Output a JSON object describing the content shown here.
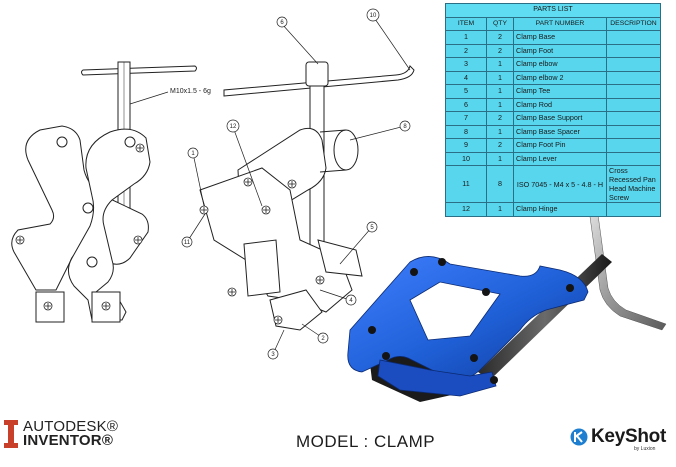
{
  "parts_list": {
    "title": "PARTS LIST",
    "headers": [
      "ITEM",
      "QTY",
      "PART NUMBER",
      "DESCRIPTION"
    ],
    "rows": [
      {
        "item": "1",
        "qty": "2",
        "part": "Clamp Base",
        "desc": ""
      },
      {
        "item": "2",
        "qty": "2",
        "part": "Clamp Foot",
        "desc": ""
      },
      {
        "item": "3",
        "qty": "1",
        "part": "Clamp elbow",
        "desc": ""
      },
      {
        "item": "4",
        "qty": "1",
        "part": "Clamp elbow 2",
        "desc": ""
      },
      {
        "item": "5",
        "qty": "1",
        "part": "Clamp Tee",
        "desc": ""
      },
      {
        "item": "6",
        "qty": "1",
        "part": "Clamp Rod",
        "desc": ""
      },
      {
        "item": "7",
        "qty": "2",
        "part": "Clamp Base Support",
        "desc": ""
      },
      {
        "item": "8",
        "qty": "1",
        "part": "Clamp Base Spacer",
        "desc": ""
      },
      {
        "item": "9",
        "qty": "2",
        "part": "Clamp Foot Pin",
        "desc": ""
      },
      {
        "item": "10",
        "qty": "1",
        "part": "Clamp Lever",
        "desc": ""
      },
      {
        "item": "11",
        "qty": "8",
        "part": "ISO 7045 - M4 x 5 - 4.8 - H",
        "desc": "Cross Recessed Pan Head Machine Screw"
      },
      {
        "item": "12",
        "qty": "1",
        "part": "Clamp Hinge",
        "desc": ""
      }
    ]
  },
  "dimension_note": "M10x1.5 - 6g",
  "balloons": [
    "6",
    "10",
    "12",
    "8",
    "1",
    "11",
    "5",
    "4",
    "3",
    "2"
  ],
  "model_title": "MODEL :  CLAMP",
  "brands": {
    "autodesk_line1": "AUTODESK®",
    "autodesk_line2": "INVENTOR®",
    "keyshot": "KeyShot",
    "keyshot_sub": "by Luxion"
  },
  "colors": {
    "table_fill": "#57d6ee",
    "render_blue": "#1f5fd6",
    "render_black": "#1b1b1b",
    "autodesk_red": "#c8402a",
    "keyshot_blue": "#1e7fd0"
  }
}
